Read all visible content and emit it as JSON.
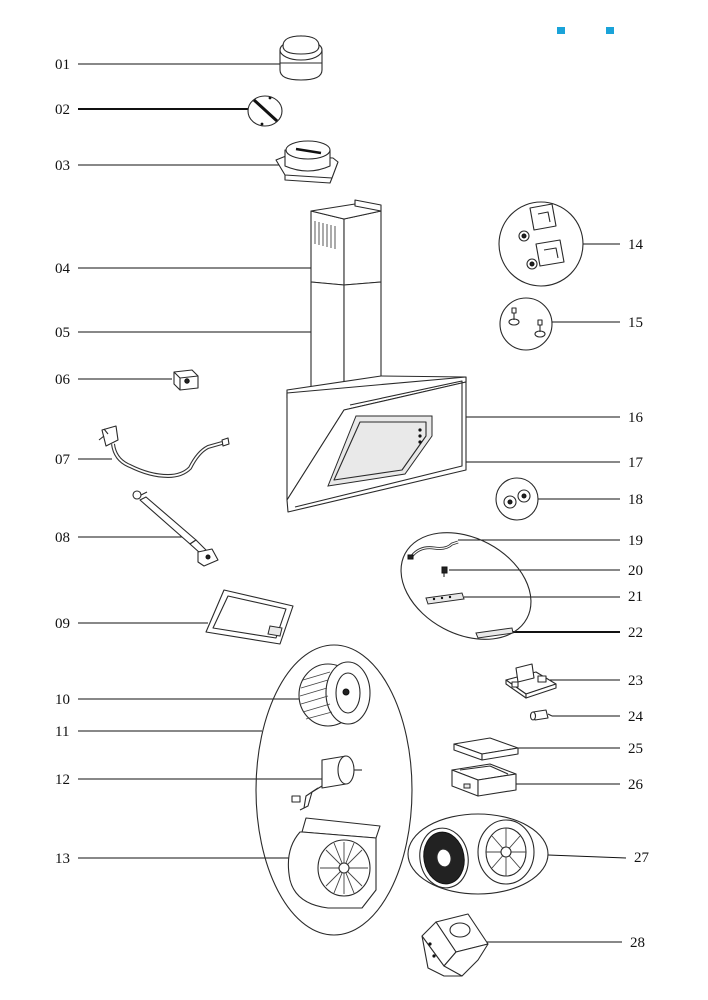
{
  "colors": {
    "accent": "#1aa3d9",
    "line": "#111111"
  },
  "labels": {
    "p01": "01",
    "p02": "02",
    "p03": "03",
    "p04": "04",
    "p05": "05",
    "p06": "06",
    "p07": "07",
    "p08": "08",
    "p09": "09",
    "p10": "10",
    "p11": "11",
    "p12": "12",
    "p13": "13",
    "p14": "14",
    "p15": "15",
    "p16": "16",
    "p17": "17",
    "p18": "18",
    "p19": "19",
    "p20": "20",
    "p21": "21",
    "p22": "22",
    "p23": "23",
    "p24": "24",
    "p25": "25",
    "p26": "26",
    "p27": "27",
    "p28": "28"
  }
}
